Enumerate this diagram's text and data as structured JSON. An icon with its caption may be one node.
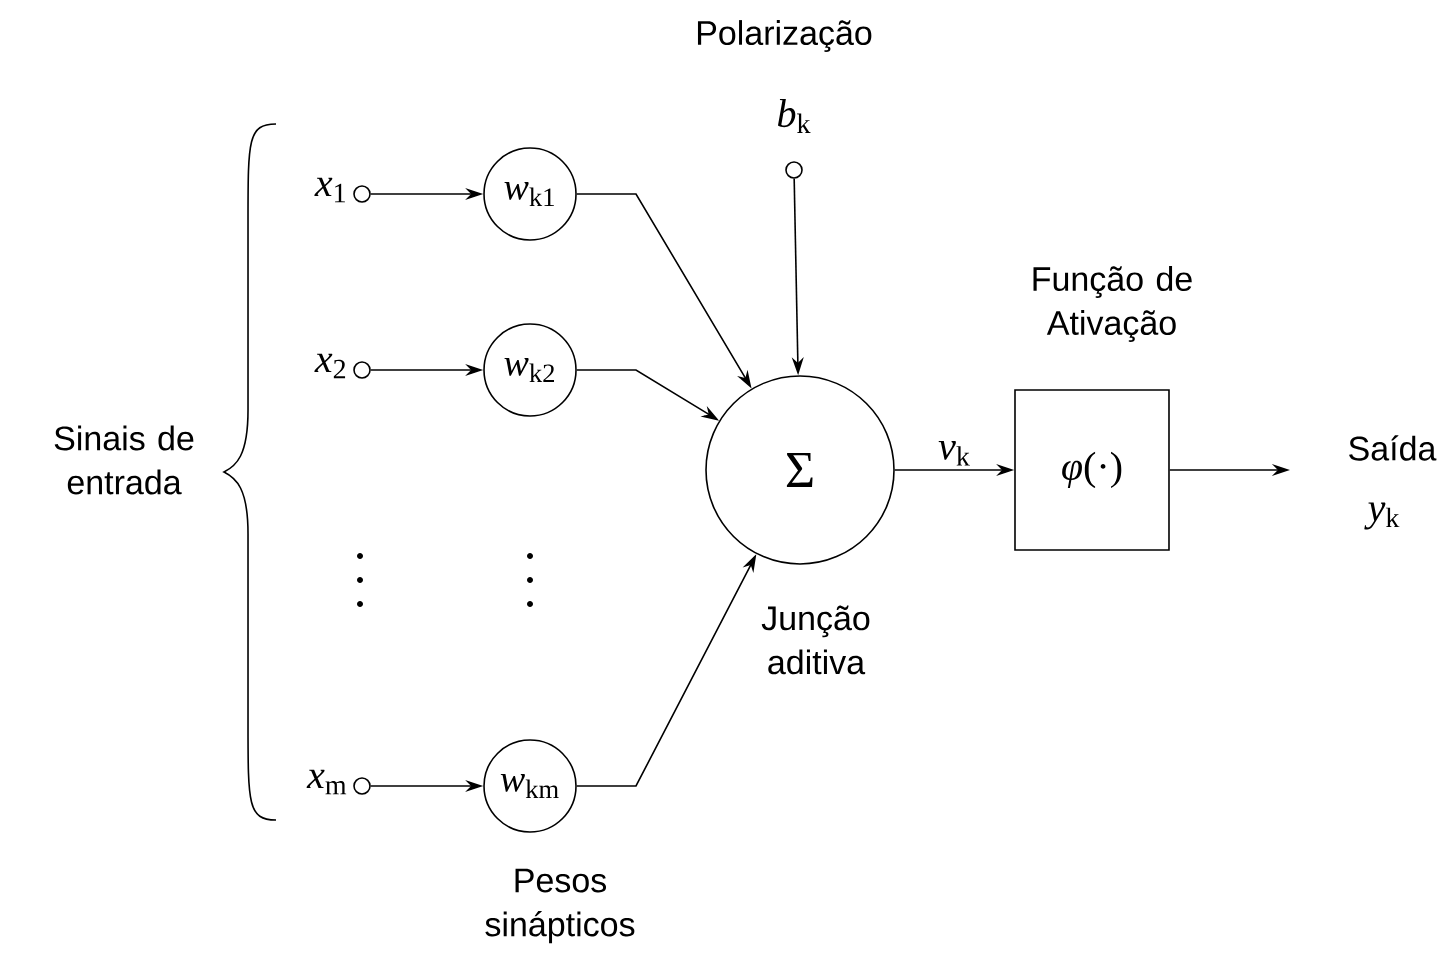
{
  "diagram": {
    "nodes": [
      {
        "text": [],
        "shape": "circle",
        "beside": [
          "*x*$_{1}$"
        ]
      },
      {
        "text": [],
        "shape": "circle",
        "beside": [
          "*x*$_{2}$"
        ]
      },
      {
        "text": [],
        "shape": "circle",
        "beside": [
          "*x*$_{m}$"
        ]
      },
      {
        "text": [
          "*w*$_{k1}$"
        ]
      },
      {
        "text": [
          "*w*$_{k2}$"
        ]
      },
      {
        "text": [
          "*w*$_{km}$"
        ]
      },
      {
        "text": [],
        "shape": "circle",
        "beside": [
          "Polarização",
          "*b*$_{k}$"
        ]
      },
      {
        "text": [
          "Σ"
        ],
        "beside": [
          "Junção aditiva"
        ]
      },
      {
        "text": [
          "*φ*(·)"
        ],
        "beside": [
          "Função de Ativação"
        ]
      }
    ],
    "edges": [
      {
        "from": 0,
        "to": 3,
        "arrow": "to"
      },
      {
        "from": 1,
        "to": 4,
        "arrow": "to"
      },
      {
        "from": 2,
        "to": 5,
        "arrow": "to"
      },
      {
        "from": 3,
        "to": 7,
        "arrow": "to"
      },
      {
        "from": 4,
        "to": 7,
        "arrow": "to"
      },
      {
        "from": 5,
        "to": 7,
        "arrow": "to"
      },
      {
        "from": 6,
        "to": 7,
        "arrow": "to"
      },
      {
        "from": 7,
        "to": 8,
        "arrow": "to",
        "label": "*v*$_{k}$"
      },
      {
        "from": 8,
        "to": null,
        "arrow": "to"
      }
    ],
    "labels": [
      "Sinais de entrada",
      "Pesos sinápticos",
      "Saída",
      "*y*$_{k}$"
    ]
  }
}
